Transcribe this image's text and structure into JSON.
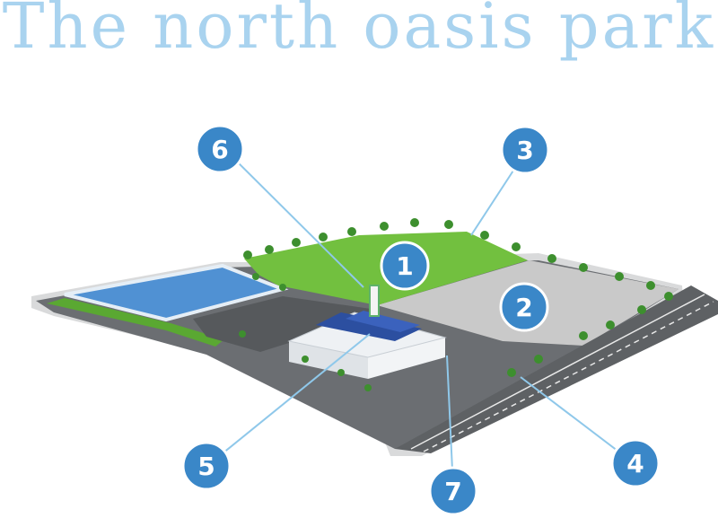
{
  "title": "The north oasis park",
  "colors": {
    "title": "#a9d3ef",
    "badge": "#3a87c8",
    "leader": "#8fc8ea",
    "lawn": "#6fbf3d",
    "plaza": "#c7c7c7",
    "pool": "#4f8fd1",
    "road": "#5e6164"
  },
  "markers": [
    {
      "label": "1"
    },
    {
      "label": "2"
    },
    {
      "label": "3"
    },
    {
      "label": "4"
    },
    {
      "label": "5"
    },
    {
      "label": "6"
    },
    {
      "label": "7"
    }
  ]
}
